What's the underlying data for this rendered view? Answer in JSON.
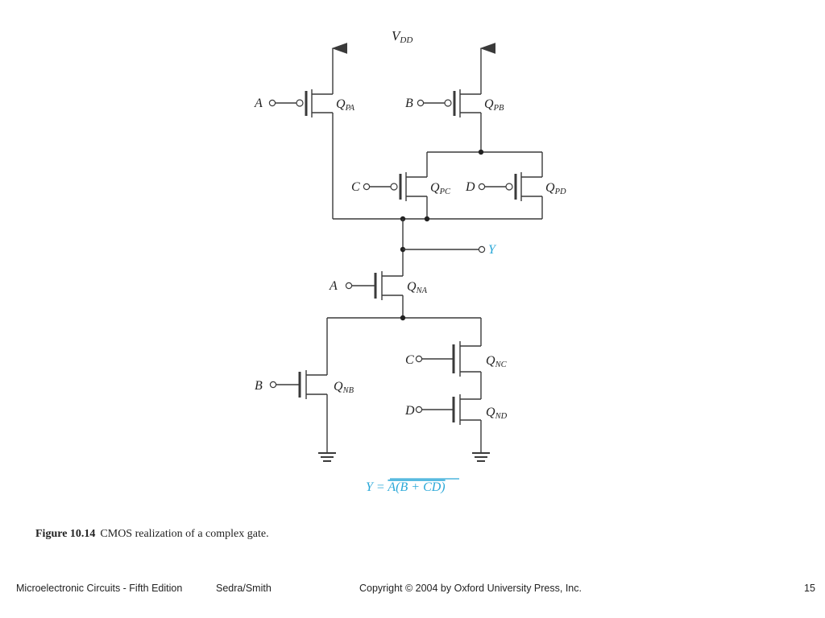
{
  "supply": {
    "label": "V",
    "sub": "DD"
  },
  "inputs": {
    "a": "A",
    "b": "B",
    "c": "C",
    "d": "D"
  },
  "transistors": {
    "qpa": {
      "q": "Q",
      "sub": "PA"
    },
    "qpb": {
      "q": "Q",
      "sub": "PB"
    },
    "qpc": {
      "q": "Q",
      "sub": "PC"
    },
    "qpd": {
      "q": "Q",
      "sub": "PD"
    },
    "qna": {
      "q": "Q",
      "sub": "NA"
    },
    "qnb": {
      "q": "Q",
      "sub": "NB"
    },
    "qnc": {
      "q": "Q",
      "sub": "NC"
    },
    "qnd": {
      "q": "Q",
      "sub": "ND"
    }
  },
  "output": {
    "label": "Y",
    "color": "#2aa8d8"
  },
  "equation": {
    "lhs": "Y = ",
    "overlined": "A(B + CD)"
  },
  "caption": {
    "figure": "Figure 10.14",
    "text": "CMOS realization of a complex gate."
  },
  "footer": {
    "book": "Microelectronic Circuits - Fifth Edition",
    "authors": "Sedra/Smith",
    "copyright": "Copyright © 2004 by Oxford University Press, Inc.",
    "page": "15"
  }
}
